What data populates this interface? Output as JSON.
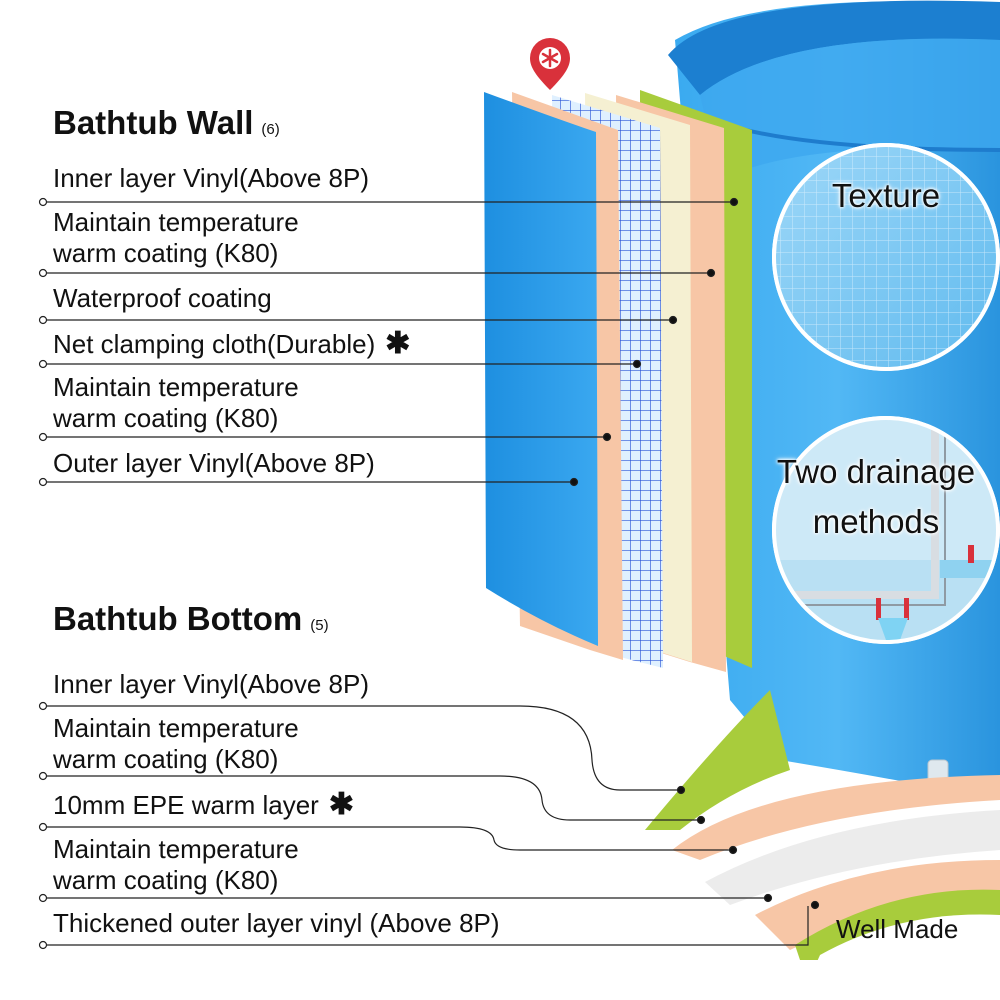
{
  "wall": {
    "heading": "Bathtub Wall",
    "count": "(6)",
    "layers": [
      {
        "label": "Inner layer Vinyl(Above 8P)"
      },
      {
        "label": "Maintain temperature",
        "label2": "warm coating (K80)"
      },
      {
        "label": "Waterproof coating"
      },
      {
        "label": "Net clamping cloth(Durable)",
        "star": "✱"
      },
      {
        "label": "Maintain temperature",
        "label2": "warm coating (K80)"
      },
      {
        "label": "Outer layer Vinyl(Above 8P)"
      }
    ]
  },
  "bottom": {
    "heading": "Bathtub Bottom",
    "count": "(5)",
    "layers": [
      {
        "label": "Inner layer Vinyl(Above 8P)"
      },
      {
        "label": "Maintain temperature",
        "label2": "warm coating (K80)"
      },
      {
        "label": "10mm EPE warm layer",
        "star": "✱"
      },
      {
        "label": "Maintain temperature",
        "label2": "warm coating (K80)"
      },
      {
        "label": "Thickened outer layer vinyl (Above 8P)"
      }
    ]
  },
  "callouts": {
    "texture": "Texture",
    "drainage_1": "Two drainage",
    "drainage_2": "methods"
  },
  "footer": "Well Made",
  "colors": {
    "vinyl_blue": "#2b9be6",
    "peach": "#f7c6a6",
    "cream": "#f5f0d2",
    "lime": "#a8cc3c",
    "grid_blue": "#1f4fd6",
    "marker_red": "#d9313b"
  },
  "icons": {
    "marker": "map-pin-icon",
    "star": "asterisk-icon"
  }
}
